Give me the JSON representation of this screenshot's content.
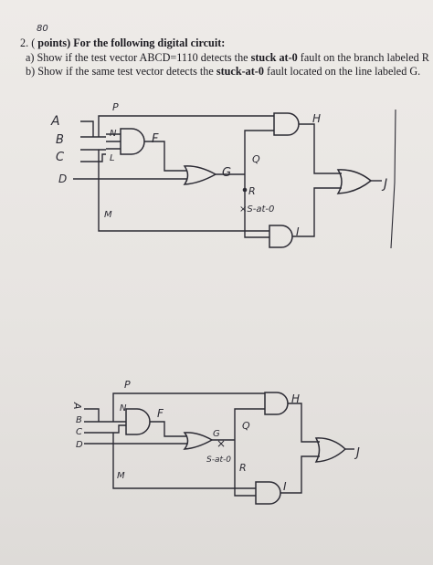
{
  "question": {
    "score_note": "80",
    "number": "2.",
    "points_prefix": "(",
    "points_text": "points) For the following digital circuit:",
    "part_a": {
      "prefix": "a)  Show if the test vector  ABCD=1110  detects  the ",
      "bold": "stuck at-0",
      "suffix": " fault on the branch labeled R"
    },
    "part_b": {
      "prefix": "b)  Show if the same test vector detects the ",
      "bold": "stuck-at-0",
      "suffix": " fault located on the line labeled G."
    }
  },
  "circuit_top": {
    "inputs": [
      "A",
      "B",
      "C",
      "D"
    ],
    "labels": {
      "P": "P",
      "N": "N",
      "L": "L",
      "F": "F",
      "G": "G",
      "Q": "Q",
      "R": "R",
      "M": "M",
      "H": "H",
      "I": "I",
      "J": "J"
    },
    "fault_note": "×S-at-0"
  },
  "circuit_bottom": {
    "inputs": [
      "A",
      "B",
      "C",
      "D"
    ],
    "labels": {
      "P": "P",
      "N": "N",
      "F": "F",
      "G": "G",
      "Q": "Q",
      "R": "R",
      "M": "M",
      "H": "H",
      "I": "I",
      "J": "J"
    },
    "fault_mark": "×",
    "fault_note": "S-at-0"
  }
}
